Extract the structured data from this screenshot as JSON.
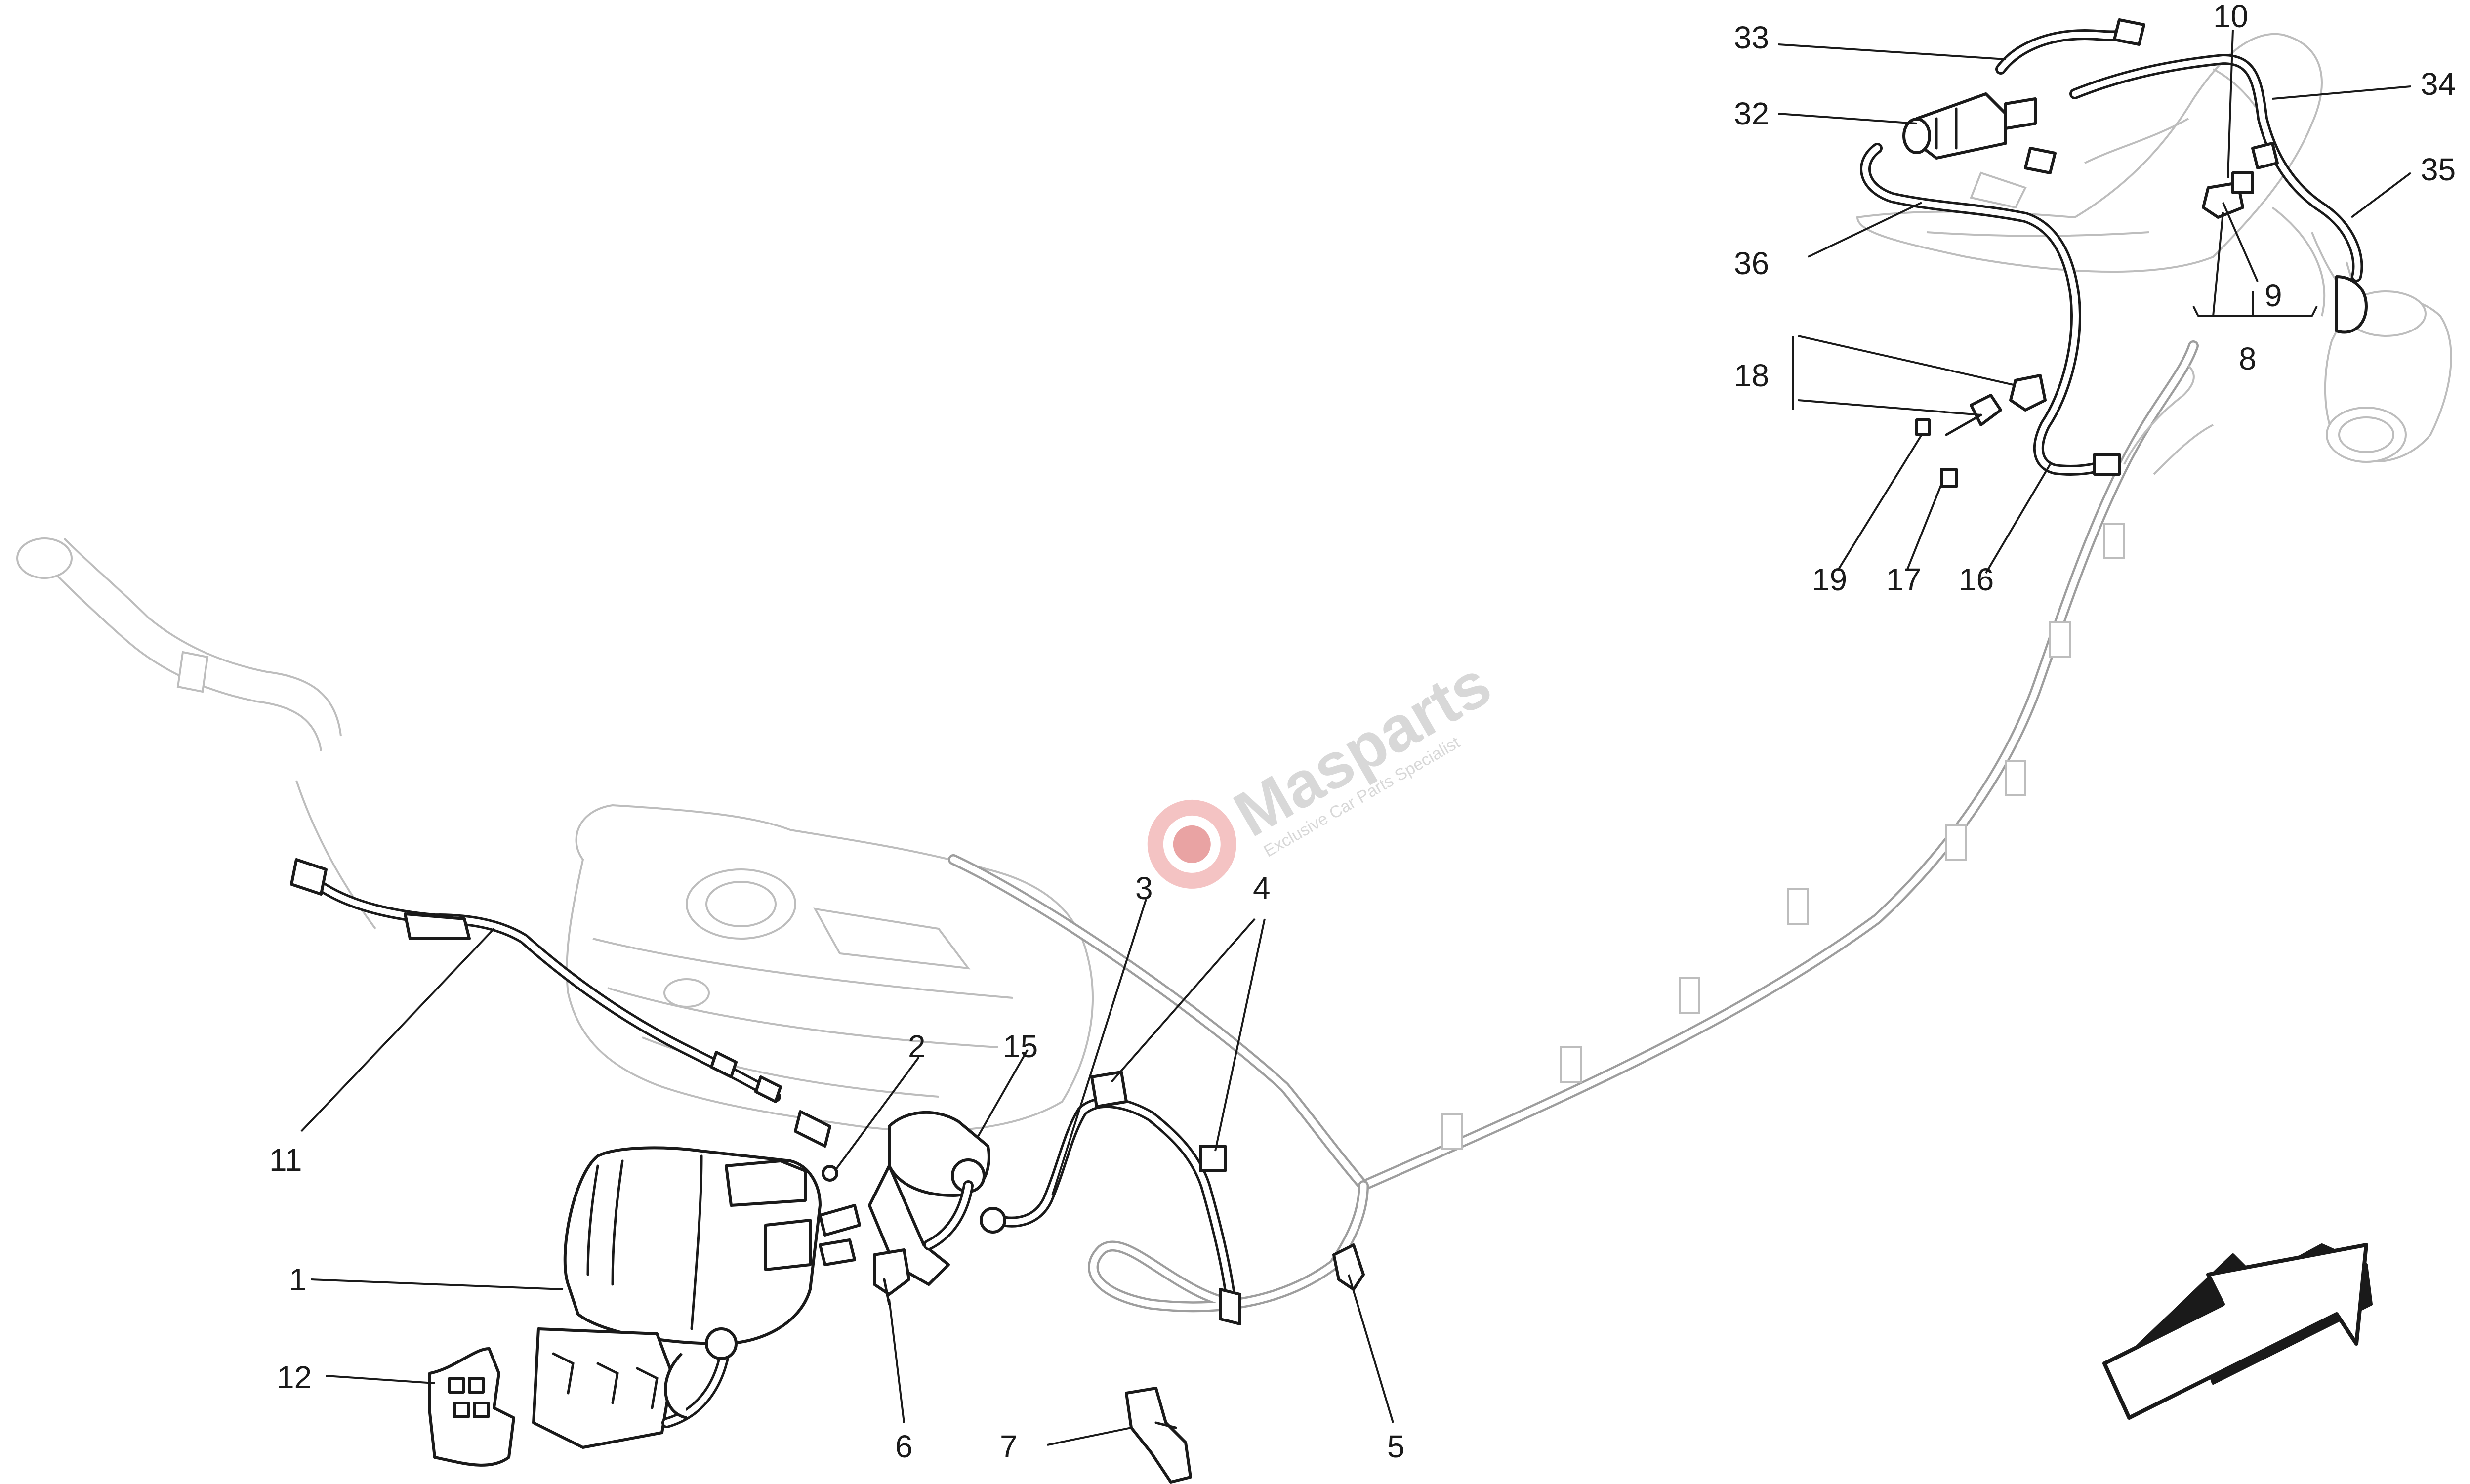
{
  "watermark": {
    "brand": "Masparts",
    "tagline": "Exclusive Car Parts Specialist"
  },
  "callouts": [
    {
      "id": "1"
    },
    {
      "id": "2"
    },
    {
      "id": "3"
    },
    {
      "id": "4"
    },
    {
      "id": "5"
    },
    {
      "id": "6"
    },
    {
      "id": "7"
    },
    {
      "id": "8"
    },
    {
      "id": "9"
    },
    {
      "id": "10"
    },
    {
      "id": "11"
    },
    {
      "id": "12"
    },
    {
      "id": "15"
    },
    {
      "id": "16"
    },
    {
      "id": "17"
    },
    {
      "id": "18"
    },
    {
      "id": "19"
    },
    {
      "id": "32"
    },
    {
      "id": "33"
    },
    {
      "id": "34"
    },
    {
      "id": "35"
    },
    {
      "id": "36"
    }
  ],
  "icons": {
    "direction": "arrow-up-right-icon",
    "watermark_logo": "gear-disc-icon"
  },
  "colors": {
    "ink": "#1a1a1a",
    "ghost": "#bdbdbd",
    "watermark_red": "#f2b8b8",
    "watermark_gray": "#d8d8d8"
  }
}
